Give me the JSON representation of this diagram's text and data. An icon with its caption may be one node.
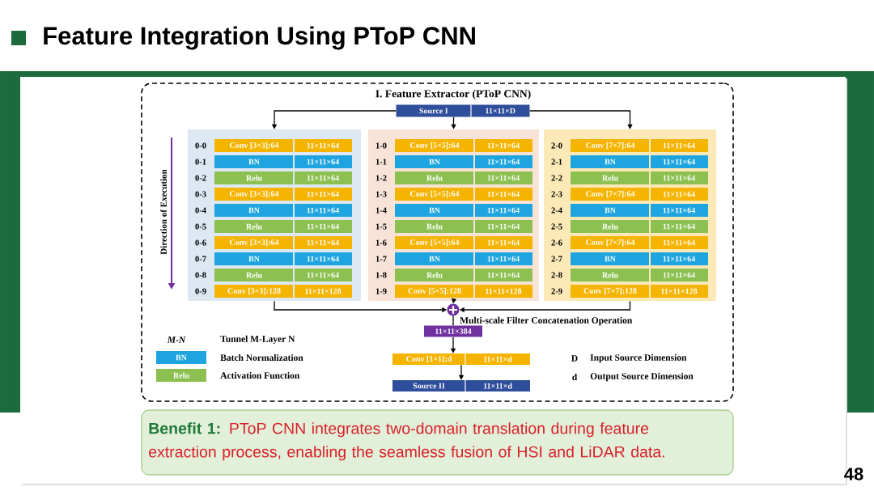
{
  "diagram": {
    "title": "Feature Integration Using PToP CNN",
    "nodes": [
      {
        "text": [
          "I. Feature Extractor (PToP CNN)"
        ]
      },
      {
        "text": [
          "Source I",
          "11×11×D"
        ],
        "in": 0
      },
      {
        "text": [],
        "shape": "box",
        "in": 0
      },
      {
        "text": [
          "0-0",
          "Conv [3×3]:64",
          "11×11×64"
        ],
        "in": 2
      },
      {
        "text": [
          "0-1",
          "BN",
          "11×11×64"
        ],
        "in": 2
      },
      {
        "text": [
          "0-2",
          "Relu",
          "11×11×64"
        ],
        "in": 2
      },
      {
        "text": [
          "0-3",
          "Conv [3×3]:64",
          "11×11×64"
        ],
        "in": 2
      },
      {
        "text": [
          "0-4",
          "BN",
          "11×11×64"
        ],
        "in": 2
      },
      {
        "text": [
          "0-5",
          "Relu",
          "11×11×64"
        ],
        "in": 2
      },
      {
        "text": [
          "0-6",
          "Conv [3×3]:64",
          "11×11×64"
        ],
        "in": 2
      },
      {
        "text": [
          "0-7",
          "BN",
          "11×11×64"
        ],
        "in": 2
      },
      {
        "text": [
          "0-8",
          "Relu",
          "11×11×64"
        ],
        "in": 2
      },
      {
        "text": [
          "0-9",
          "Conv [3×3]:128",
          "11×11×128"
        ],
        "in": 2
      },
      {
        "text": [],
        "shape": "box",
        "in": 0
      },
      {
        "text": [
          "1-0",
          "Conv [5×5]:64",
          "11×11×64"
        ],
        "in": 13
      },
      {
        "text": [
          "1-1",
          "BN",
          "11×11×64"
        ],
        "in": 13
      },
      {
        "text": [
          "1-2",
          "Relu",
          "11×11×64"
        ],
        "in": 13
      },
      {
        "text": [
          "1-3",
          "Conv [5×5]:64",
          "11×11×64"
        ],
        "in": 13
      },
      {
        "text": [
          "1-4",
          "BN",
          "11×11×64"
        ],
        "in": 13
      },
      {
        "text": [
          "1-5",
          "Relu",
          "11×11×64"
        ],
        "in": 13
      },
      {
        "text": [
          "1-6",
          "Conv [5×5]:64",
          "11×11×64"
        ],
        "in": 13
      },
      {
        "text": [
          "1-7",
          "BN",
          "11×11×64"
        ],
        "in": 13
      },
      {
        "text": [
          "1-8",
          "Relu",
          "11×11×64"
        ],
        "in": 13
      },
      {
        "text": [
          "1-9",
          "Conv [5×5]:128",
          "11×11×128"
        ],
        "in": 13
      },
      {
        "text": [],
        "shape": "box",
        "in": 0
      },
      {
        "text": [
          "2-0",
          "Conv [7×7]:64",
          "11×11×64"
        ],
        "in": 24
      },
      {
        "text": [
          "2-1",
          "BN",
          "11×11×64"
        ],
        "in": 24
      },
      {
        "text": [
          "2-2",
          "Relu",
          "11×11×64"
        ],
        "in": 24
      },
      {
        "text": [
          "2-3",
          "Conv [7×7]:64",
          "11×11×64"
        ],
        "in": 24
      },
      {
        "text": [
          "2-4",
          "BN",
          "11×11×64"
        ],
        "in": 24
      },
      {
        "text": [
          "2-5",
          "Relu",
          "11×11×64"
        ],
        "in": 24
      },
      {
        "text": [
          "2-6",
          "Conv [7×7]:64",
          "11×11×64"
        ],
        "in": 24
      },
      {
        "text": [
          "2-7",
          "BN",
          "11×11×64"
        ],
        "in": 24
      },
      {
        "text": [
          "2-8",
          "Relu",
          "11×11×64"
        ],
        "in": 24
      },
      {
        "text": [
          "2-9",
          "Conv [7×7]:128",
          "11×11×128"
        ],
        "in": 24
      },
      {
        "text": [],
        "shape": "circle",
        "in": 0,
        "beside": [
          "Multi-scale Filter Concatenation Operation"
        ]
      },
      {
        "text": [
          "11×11×384"
        ],
        "in": 0
      },
      {
        "text": [
          "Conv [1×1]:d",
          "11×11×d"
        ],
        "in": 0
      },
      {
        "text": [
          "Source II",
          "11×11×d"
        ],
        "in": 0
      },
      {
        "text": [
          "Benefit 1:",
          "PToP CNN integrates two-domain translation during feature extraction process, enabling the seamless fusion of HSI and LiDAR data."
        ]
      }
    ],
    "edges": [
      {
        "from": 1,
        "to": 2,
        "arrow": "to"
      },
      {
        "from": 1,
        "to": 13,
        "arrow": "to"
      },
      {
        "from": 1,
        "to": 24,
        "arrow": "to"
      },
      {
        "from": 2,
        "to": 35,
        "arrow": "to"
      },
      {
        "from": 13,
        "to": 35,
        "arrow": "to"
      },
      {
        "from": 24,
        "to": 35,
        "arrow": "to"
      },
      {
        "from": 35,
        "to": 36,
        "arrow": "none"
      },
      {
        "from": 36,
        "to": 37,
        "arrow": "to"
      },
      {
        "from": 37,
        "to": 38,
        "arrow": "to"
      }
    ],
    "labels": [
      "Direction of Execution",
      "M-N",
      "Tunnel M-Layer N",
      "BN",
      "Relu",
      "D",
      "Input Source Dimension",
      "d",
      "Output  Source Dimension",
      "48"
    ],
    "legend": [
      {
        "text": "Batch Normalization",
        "color": "#1ea5e0"
      },
      {
        "text": "Activation Function",
        "color": "#8cc152"
      }
    ]
  }
}
